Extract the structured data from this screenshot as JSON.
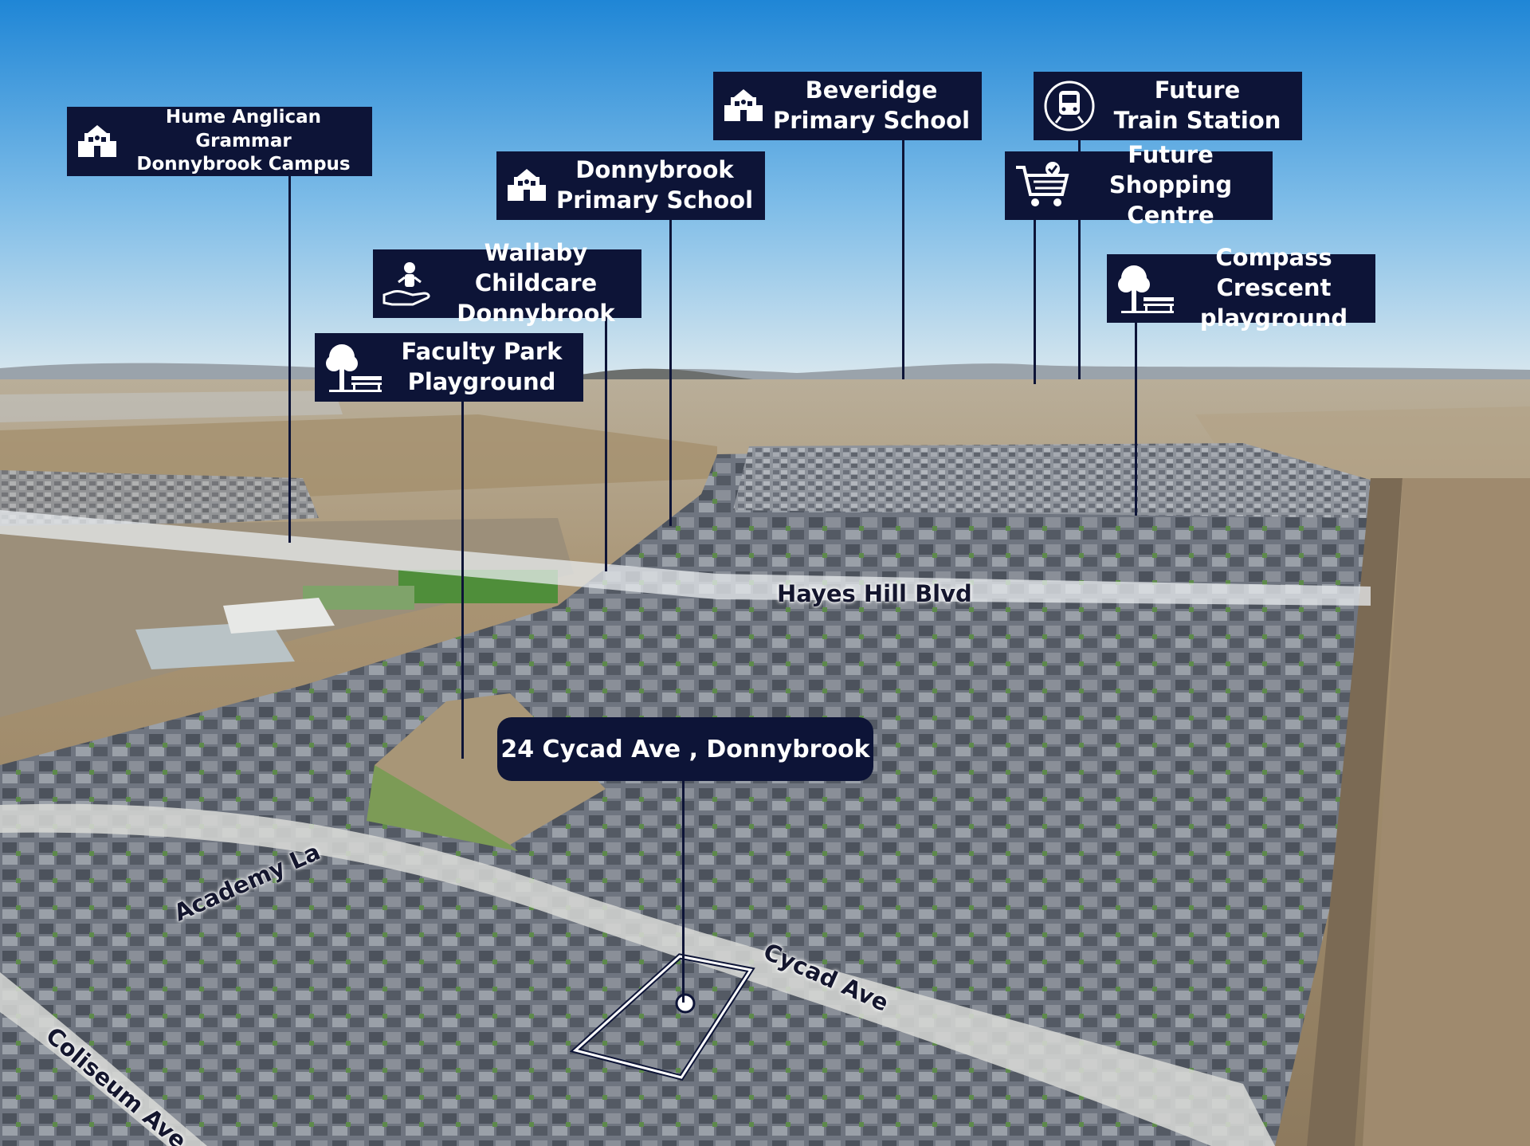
{
  "labels": {
    "hume": {
      "line1": "Hume Anglican Grammar",
      "line2": "Donnybrook Campus",
      "icon": "school-icon"
    },
    "beveridge": {
      "line1": "Beveridge",
      "line2": "Primary School",
      "icon": "school-icon"
    },
    "train": {
      "line1": "Future",
      "line2": "Train Station",
      "icon": "train-icon"
    },
    "donnybrook_ps": {
      "line1": "Donnybrook",
      "line2": "Primary School",
      "icon": "school-icon"
    },
    "shopping": {
      "line1": "Future Shopping",
      "line2": "Centre",
      "icon": "shopping-cart-icon"
    },
    "wallaby": {
      "line1": "Wallaby Childcare",
      "line2": "Donnybrook",
      "icon": "childcare-icon"
    },
    "compass": {
      "line1": "Compass Crescent",
      "line2": "playground",
      "icon": "tree-bench-icon"
    },
    "faculty": {
      "line1": "Faculty Park",
      "line2": "Playground",
      "icon": "tree-bench-icon"
    }
  },
  "address": "24 Cycad Ave , Donnybrook",
  "streets": {
    "hayes": "Hayes Hill Blvd",
    "academy": "Academy La",
    "cycad": "Cycad Ave",
    "coliseum": "Coliseum Ave"
  },
  "colors": {
    "label_bg": "#0d1437",
    "label_text": "#ffffff",
    "sky_top": "#2f8fd8",
    "sky_bottom": "#cfe4ef",
    "farmland": "#a8967a"
  }
}
